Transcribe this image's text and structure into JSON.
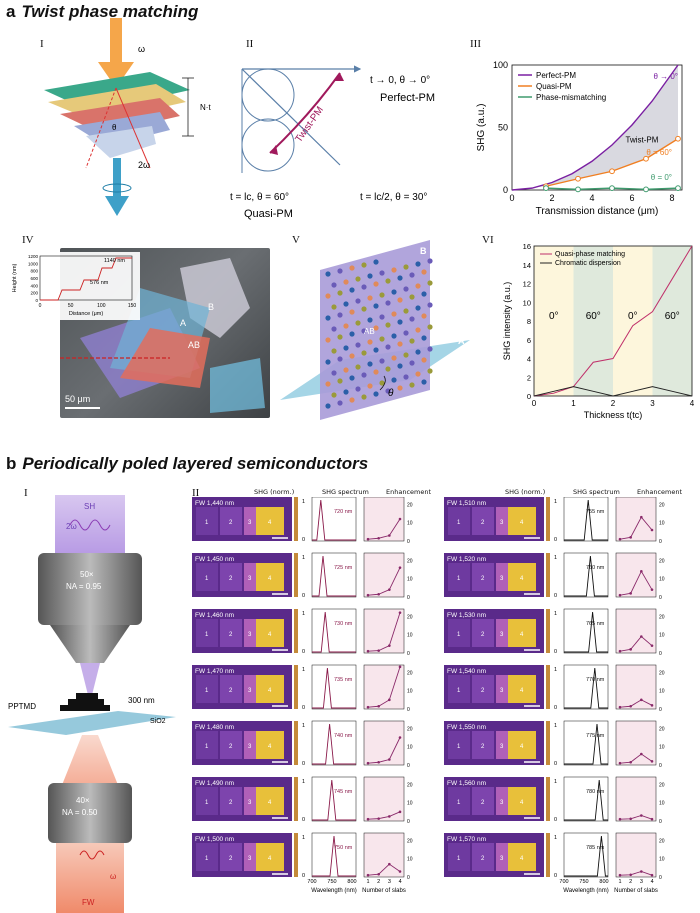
{
  "section_a": {
    "letter": "a",
    "title": "Twist phase matching"
  },
  "section_b": {
    "letter": "b",
    "title": "Periodically poled layered semiconductors"
  },
  "panel_labels": {
    "I": "I",
    "II": "II",
    "III": "III",
    "IV": "IV",
    "V": "V",
    "VI": "VI"
  },
  "a1": {
    "omega": "ω",
    "two_omega": "2ω",
    "theta": "θ",
    "nt": "N·t"
  },
  "a2": {
    "perfect_eq": "t → 0, θ → 0°",
    "perfect": "Perfect-PM",
    "twist": "Twist-PM",
    "quasi_eq": "t = lc, θ = 60°",
    "quasi": "Quasi-PM",
    "half_eq": "t = lc/2, θ = 30°"
  },
  "a4": {
    "scale": "50 μm",
    "inset_ylabel": "Height (nm)",
    "inset_xlabel": "Distance (μm)",
    "h1": "1140 nm",
    "h2": "576 nm",
    "yticks": [
      "0",
      "200",
      "400",
      "600",
      "800",
      "1000",
      "1200"
    ],
    "xticks": [
      "0",
      "50",
      "100",
      "150"
    ],
    "labelA": "A",
    "labelB": "B",
    "labelAB": "AB"
  },
  "a5": {
    "labelA": "A",
    "labelB": "B",
    "labelAB": "AB",
    "theta": "θ"
  },
  "b1": {
    "sh": "SH",
    "two_omega": "2ω",
    "obj1": "50×",
    "na1": "NA = 0.95",
    "pptmd": "PPTMD",
    "thick": "300 nm",
    "sio2": "SiO2",
    "obj2": "40×",
    "na2": "NA = 0.50",
    "omega": "ω",
    "fw": "FW"
  },
  "b2": {
    "headers": {
      "shg": "SHG (norm.)",
      "spectrum": "SHG spectrum",
      "enh": "Enhancement"
    },
    "xlabels": {
      "wl": "Wavelength (nm)",
      "slabs": "Number of slabs"
    },
    "wl_ticks": [
      "700",
      "750",
      "800"
    ],
    "slab_ticks": [
      "1",
      "2",
      "3",
      "4"
    ],
    "cb_ticks": [
      "1",
      "0"
    ],
    "enh_ticks": [
      "20",
      "10",
      "0"
    ],
    "rows_left": [
      {
        "fw": "FW 1,440 nm",
        "peak": "720 nm",
        "enh": [
          1,
          1.5,
          3,
          12
        ]
      },
      {
        "fw": "FW 1,450 nm",
        "peak": "725 nm",
        "enh": [
          1,
          1.5,
          4,
          16
        ]
      },
      {
        "fw": "FW 1,460 nm",
        "peak": "730 nm",
        "enh": [
          1,
          1.3,
          4,
          22
        ]
      },
      {
        "fw": "FW 1,470 nm",
        "peak": "735 nm",
        "enh": [
          1,
          1.5,
          5,
          23
        ]
      },
      {
        "fw": "FW 1,480 nm",
        "peak": "740 nm",
        "enh": [
          1,
          1.5,
          3,
          15
        ]
      },
      {
        "fw": "FW 1,490 nm",
        "peak": "745 nm",
        "enh": [
          1,
          1.3,
          2.5,
          5
        ]
      },
      {
        "fw": "FW 1,500 nm",
        "peak": "750 nm",
        "enh": [
          1,
          1.5,
          7,
          3
        ]
      }
    ],
    "rows_right": [
      {
        "fw": "FW 1,510 nm",
        "peak": "755 nm",
        "enh": [
          1,
          2,
          13,
          6
        ]
      },
      {
        "fw": "FW 1,520 nm",
        "peak": "760 nm",
        "enh": [
          1,
          2,
          14,
          4
        ]
      },
      {
        "fw": "FW 1,530 nm",
        "peak": "765 nm",
        "enh": [
          1,
          2,
          9,
          4
        ]
      },
      {
        "fw": "FW 1,540 nm",
        "peak": "770 nm",
        "enh": [
          1,
          1.5,
          5,
          2
        ]
      },
      {
        "fw": "FW 1,550 nm",
        "peak": "775 nm",
        "enh": [
          1,
          1.5,
          6,
          2
        ]
      },
      {
        "fw": "FW 1,560 nm",
        "peak": "780 nm",
        "enh": [
          1,
          1.2,
          3,
          1
        ]
      },
      {
        "fw": "FW 1,570 nm",
        "peak": "785 nm",
        "enh": [
          1,
          1.2,
          3,
          1
        ]
      }
    ]
  },
  "chart_data": [
    {
      "type": "line",
      "xlabel": "Transmission distance (μm)",
      "ylabel": "SHG (a.u.)",
      "xlim": [
        0,
        8.5
      ],
      "ylim": [
        0,
        100
      ],
      "xticks": [
        "0",
        "2",
        "4",
        "6",
        "8"
      ],
      "yticks": [
        "0",
        "50",
        "100"
      ],
      "series": [
        {
          "name": "Perfect-PM",
          "color": "#7a1fa2",
          "x": [
            0,
            1,
            2,
            3,
            4,
            5,
            6,
            7,
            8.3
          ],
          "y": [
            0,
            1.5,
            6,
            13,
            23,
            36,
            52,
            71,
            100
          ]
        },
        {
          "name": "Quasi-PM",
          "color": "#f07f22",
          "x": [
            1.7,
            3.3,
            5,
            6.7,
            8.3
          ],
          "y": [
            3,
            9,
            15,
            25,
            41
          ]
        },
        {
          "name": "Phase-mismatching",
          "color": "#3f9b6e",
          "x": [
            1.7,
            3.3,
            5,
            6.7,
            8.3
          ],
          "y": [
            1.5,
            0.5,
            1.5,
            0.5,
            1.5
          ]
        }
      ],
      "annotations": [
        "θ → 0°",
        "Twist-PM",
        "θ = 60°",
        "θ = 0°"
      ]
    },
    {
      "type": "line",
      "xlabel": "Thickness t(tc)",
      "ylabel": "SHG intensity (a.u.)",
      "xlim": [
        0,
        4
      ],
      "ylim": [
        0,
        16
      ],
      "xticks": [
        "0",
        "1",
        "2",
        "3",
        "4"
      ],
      "yticks": [
        "0",
        "2",
        "4",
        "6",
        "8",
        "10",
        "12",
        "14",
        "16"
      ],
      "bands": [
        "0°",
        "60°",
        "0°",
        "60°"
      ],
      "series": [
        {
          "name": "Quasi-phase matching",
          "color": "#c0306a",
          "x": [
            0,
            0.5,
            1,
            1.5,
            2,
            2.5,
            3,
            3.5,
            4
          ],
          "y": [
            0,
            0.3,
            1,
            3.6,
            4,
            7.5,
            9,
            12.5,
            16
          ]
        },
        {
          "name": "Chromatic dispersion",
          "color": "#222",
          "x": [
            0,
            0.5,
            1,
            1.5,
            2,
            2.5,
            3,
            3.5,
            4
          ],
          "y": [
            0,
            0.5,
            1,
            0.5,
            0,
            0.5,
            1,
            0.5,
            0
          ]
        }
      ]
    }
  ]
}
